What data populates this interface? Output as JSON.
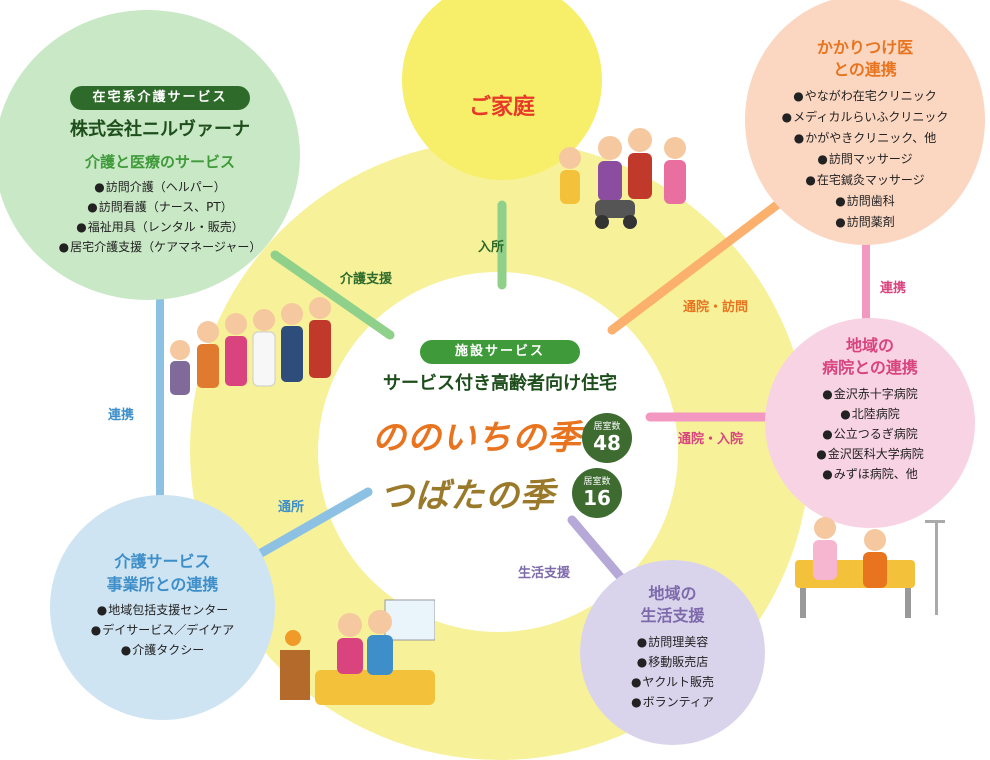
{
  "center": {
    "pill": "施設サービス",
    "title": "サービス付き高齢者向け住宅",
    "facilities": [
      {
        "name": "ののいちの季",
        "badge_label": "居室数",
        "rooms": "48"
      },
      {
        "name": "つばたの季",
        "badge_label": "居室数",
        "rooms": "16"
      }
    ]
  },
  "home": {
    "title": "ご家庭"
  },
  "home_care": {
    "pill": "在宅系介護サービス",
    "company": "株式会社ニルヴァーナ",
    "subtitle": "介護と医療のサービス",
    "items": [
      "訪問介護（ヘルパー）",
      "訪問看護（ナース、PT）",
      "福祉用具（レンタル・販売）",
      "居宅介護支援（ケアマネージャー）"
    ]
  },
  "family_doctor": {
    "title_line1": "かかりつけ医",
    "title_line2": "との連携",
    "items": [
      "やながわ在宅クリニック",
      "メディカルらいふクリニック",
      "かがやきクリニック、他",
      "訪問マッサージ",
      "在宅鍼灸マッサージ",
      "訪問歯科",
      "訪問薬剤"
    ]
  },
  "hospitals": {
    "title_line1": "地域の",
    "title_line2": "病院との連携",
    "items": [
      "金沢赤十字病院",
      "北陸病院",
      "公立つるぎ病院",
      "金沢医科大学病院",
      "みずほ病院、他"
    ]
  },
  "care_offices": {
    "title_line1": "介護サービス",
    "title_line2": "事業所との連携",
    "items": [
      "地域包括支援センター",
      "デイサービス／デイケア",
      "介護タクシー"
    ]
  },
  "life_support": {
    "title_line1": "地域の",
    "title_line2": "生活支援",
    "items": [
      "訪問理美容",
      "移動販売店",
      "ヤクルト販売",
      "ボランティア"
    ]
  },
  "connectors": {
    "nursing_support": "介護支援",
    "admission": "入所",
    "visit_clinic": "通院・訪問",
    "cooperation_right": "連携",
    "visit_hospital": "通院・入院",
    "cooperation_left": "連携",
    "day_service": "通所",
    "life_support": "生活支援"
  },
  "colors": {
    "ring": "#f7f19a",
    "home": "#f7ef6a",
    "home_care": "#c9e8c6",
    "family_doctor": "#fbd7c2",
    "hospitals": "#f8d3e4",
    "care_offices": "#cfe4f2",
    "life_support": "#d9d4ec",
    "green_dark": "#2e6b2a",
    "green_mid": "#3f9a3a",
    "orange": "#e8741f",
    "pink": "#d9447f",
    "blue": "#3e8fc9",
    "purple": "#7d6aab",
    "red": "#e83828",
    "brown": "#9a7a2a"
  }
}
